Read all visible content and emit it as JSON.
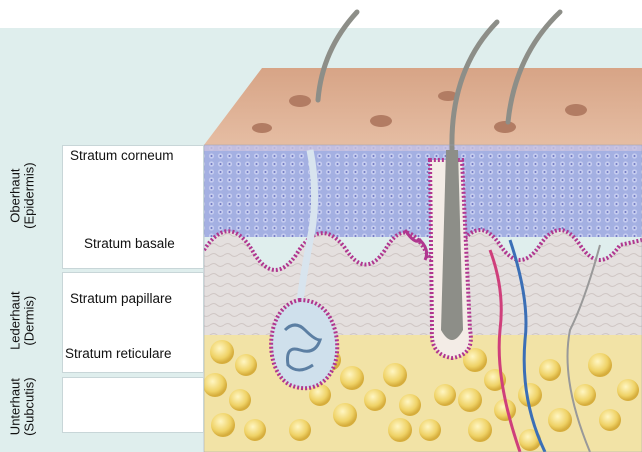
{
  "layers": [
    {
      "name": "Oberhaut",
      "latin": "(Epidermis)"
    },
    {
      "name": "Lederhaut",
      "latin": "(Dermis)"
    },
    {
      "name": "Unterhaut",
      "latin": "(Subcutis)"
    }
  ],
  "sublayers": {
    "corneum": "Stratum corneum",
    "basale": "Stratum basale",
    "papillare": "Stratum papillare",
    "reticulare": "Stratum reticulare"
  },
  "colors": {
    "background": "#dfeeed",
    "skin_surface": "#d9a88a",
    "epidermis": "#9aa6dc",
    "basal_layer": "#b0368f",
    "dermis": "#e3dedd",
    "fat": "#f1d76c",
    "hair": "#8d8e88"
  }
}
